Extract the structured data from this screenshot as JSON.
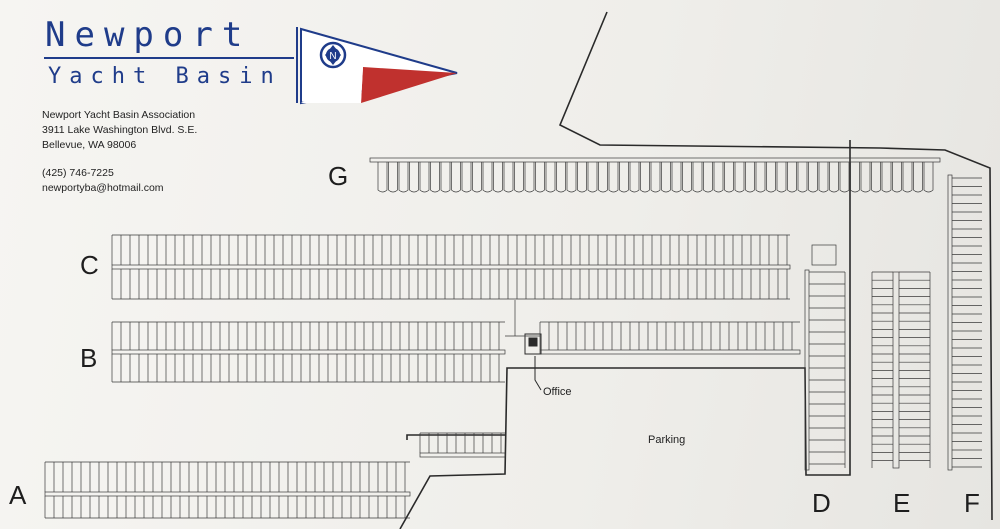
{
  "logo": {
    "name": "Newport",
    "subtitle": "Yacht Basin",
    "burgee_letter": "N",
    "colors": {
      "navy": "#1f3c8a",
      "red": "#c0312e"
    }
  },
  "address": {
    "organization": "Newport Yacht Basin Association",
    "street": "3911 Lake Washington Blvd. S.E.",
    "city": "Bellevue, WA  98006"
  },
  "contact": {
    "phone": "(425) 746-7225",
    "email": "newportyba@hotmail.com"
  },
  "docks": {
    "A": "A",
    "B": "B",
    "C": "C",
    "D": "D",
    "E": "E",
    "F": "F",
    "G": "G"
  },
  "labels": {
    "office": "Office",
    "parking": "Parking"
  }
}
